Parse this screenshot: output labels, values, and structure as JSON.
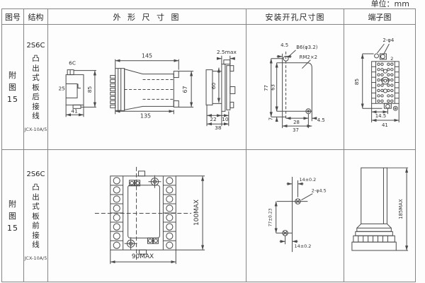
{
  "unit_label": "单位：mm",
  "headers": {
    "fig": "图号",
    "structure": "结构",
    "outline": "外 形 尺 寸 图",
    "mounting": "安装开孔尺寸图",
    "terminal": "端子图"
  },
  "rows": [
    {
      "fig_lines": [
        "附",
        "图",
        "15"
      ],
      "structure": {
        "model": "2S6C",
        "chars": [
          "凸",
          "出",
          "式",
          "板",
          "后",
          "接",
          "线"
        ],
        "footnote": "JCX-10A/5"
      },
      "outline": {
        "a_top": "6C",
        "a_left": "25",
        "a_right": "85",
        "a_bottom": "41",
        "b_top": "145",
        "b_bottom": "135",
        "b_right": "67",
        "c_top": "2.5max",
        "c_left": "60",
        "c_b1": "22",
        "c_b2": "10",
        "c_b3": "38"
      },
      "mounting": {
        "top": "4.5",
        "hole_label": "B6(φ3.2)",
        "corner_label": "RM2×2",
        "left_outer": "77",
        "left_inner": "63",
        "left_bottom": "7",
        "b1": "28",
        "b2": "37",
        "right": "4.5"
      },
      "terminal": {
        "hole_label": "2-φ4",
        "corner_num": "2",
        "left": "85",
        "b1": "14.5",
        "b2": "41"
      }
    },
    {
      "fig_lines": [
        "附",
        "图",
        "15"
      ],
      "structure": {
        "model": "2S6C",
        "chars": [
          "凸",
          "出",
          "式",
          "板",
          "前",
          "接",
          "线"
        ],
        "footnote": "JCX-10A/5"
      },
      "outline": {
        "bottom": "90MAX",
        "right": "100MAX"
      },
      "mounting": {
        "top": "14±0.2",
        "hole_label": "2-φ4.5",
        "left": "77±0.23",
        "bottom": "14±0.2"
      },
      "terminal": {
        "right": "185MAX"
      }
    }
  ]
}
